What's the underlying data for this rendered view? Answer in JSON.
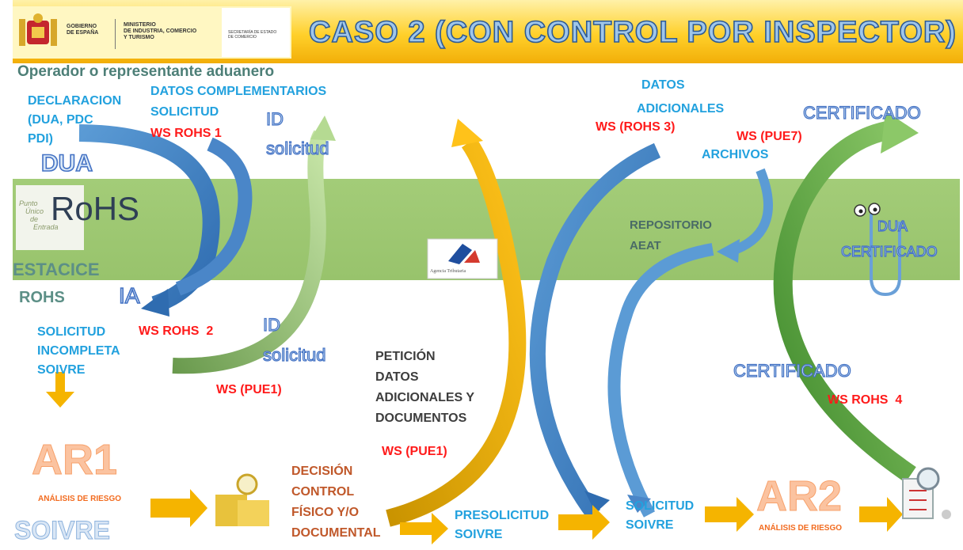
{
  "header": {
    "gov1": "GOBIERNO",
    "gov2": "DE ESPAÑA",
    "min1": "MINISTERIO",
    "min2": "DE INDUSTRIA, COMERCIO",
    "min3": "Y TURISMO",
    "sec1": "SECRETARÍA DE ESTADO",
    "sec2": "DE COMERCIO",
    "title": "CASO 2 (CON CONTROL POR INSPECTOR)"
  },
  "left": {
    "operator": "Operador o representante aduanero",
    "decl1": "DECLARACION",
    "decl2": "(DUA, PDC",
    "decl3": "PDI)",
    "dua": "DUA",
    "datos_comp": "DATOS COMPLEMENTARIOS",
    "solicitud": "SOLICITUD",
    "ws_rohs1": "WS ROHS 1",
    "id1": "ID",
    "solicitud_id1": "solicitud",
    "rohs_logo": "RoHS",
    "pue1": "Punto",
    "pue2": "Único",
    "pue3": "de",
    "pue4": "Entrada",
    "estacice": "ESTACICE",
    "rohs": "ROHS",
    "ia": "IA",
    "sol_inc1": "SOLICITUD",
    "sol_inc2": "INCOMPLETA",
    "sol_inc3": "SOIVRE",
    "ws_rohs2": "WS ROHS  2",
    "id2": "ID",
    "solicitud_id2": "solicitud",
    "ws_pue1_a": "WS (PUE1)",
    "ar1": "AR1",
    "ar1_sub": "ANÁLISIS DE RIESGO",
    "soivre_logo": "SOIVRE"
  },
  "middle": {
    "peticion1": "PETICIÓN",
    "peticion2": "DATOS",
    "peticion3": "ADICIONALES Y",
    "peticion4": "DOCUMENTOS",
    "ws_pue1_b": "WS (PUE1)",
    "decision1": "DECISIÓN",
    "decision2": "CONTROL",
    "decision3": "FÍSICO Y/O",
    "decision4": "DOCUMENTAL",
    "presol1": "PRESOLICITUD",
    "presol2": "SOIVRE",
    "agencia": "Agencia Tributaria"
  },
  "right": {
    "datos_ad1": "DATOS",
    "datos_ad2": "ADICIONALES",
    "ws_rohs3": "WS (ROHS 3)",
    "ws_pue7": "WS (PUE7)",
    "archivos": "ARCHIVOS",
    "repo1": "REPOSITORIO",
    "repo2": "AEAT",
    "certificado_top": "CERTIFICADO",
    "dua_cert1": "DUA",
    "dua_cert2": "CERTIFICADO",
    "certificado_mid": "CERTIFICADO",
    "ws_rohs4": "WS ROHS  4",
    "sol_soivre1": "SOLICITUD",
    "sol_soivre2": "SOIVRE",
    "ar2": "AR2",
    "ar2_sub": "ANÁLISIS DE RIESGO"
  },
  "colors": {
    "accent_blue": "#22a1de",
    "ws_red": "#ff1a1a",
    "band_green": "#9bc571",
    "header_yellow": "#ffd02a",
    "arrow_blue": "#4a86c8",
    "arrow_green": "#5aa23a",
    "arrow_yellow": "#f5b400"
  }
}
